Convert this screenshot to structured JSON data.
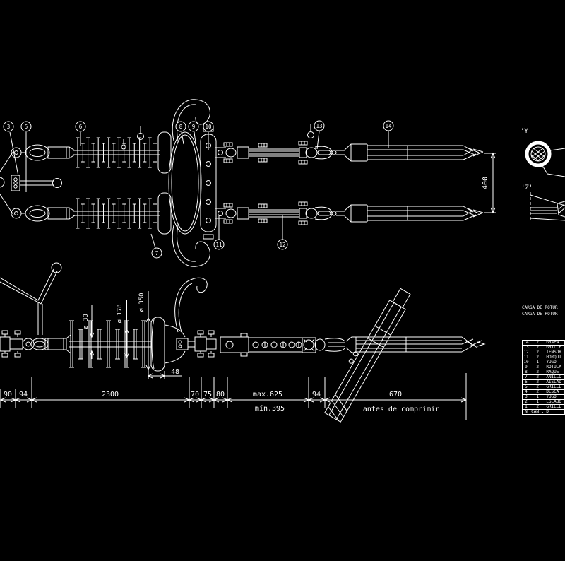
{
  "drawing": {
    "colors": {
      "background": "#000000",
      "line": "#ffffff"
    },
    "balloons": {
      "b3": "3",
      "b5": "5",
      "b6": "6",
      "b7": "7",
      "b8": "8",
      "b9": "9",
      "b10": "10",
      "b11": "11",
      "b12": "12",
      "b13": "13",
      "b14": "14"
    },
    "dims": {
      "d400": "400",
      "dia30": "ø 30",
      "dia178": "ø 178",
      "dia350": "ø 350",
      "d48": "48",
      "d90": "90",
      "d94a": "94",
      "d2300": "2300",
      "d70": "70",
      "d75": "75",
      "d80": "80",
      "dmax": "max.625",
      "dmin": "mín.395",
      "d94b": "94",
      "d670": "670",
      "note_comprimir": "antes de comprimir"
    },
    "details": {
      "y": "'Y'",
      "z": "'Z'"
    },
    "notes": {
      "line1": "CARGA DE ROTUR",
      "line2": "CARGA DE ROTUR"
    },
    "table": {
      "header": {
        "n": "N",
        "cant": "CANT.",
        "desc": "D"
      },
      "rows": [
        {
          "n": "14",
          "cant": "2",
          "desc": "GRAPA"
        },
        {
          "n": "13",
          "cant": "2",
          "desc": "GRILLE"
        },
        {
          "n": "12",
          "cant": "2",
          "desc": "TENSOR"
        },
        {
          "n": "11",
          "cant": "2",
          "desc": "HORQUI"
        },
        {
          "n": "10",
          "cant": "1",
          "desc": "YUGO"
        },
        {
          "n": "9",
          "cant": "2",
          "desc": "ROTULA"
        },
        {
          "n": "8",
          "cant": "2",
          "desc": "RAQUE"
        },
        {
          "n": "7",
          "cant": "2",
          "desc": "ANILLO"
        },
        {
          "n": "6",
          "cant": "2",
          "desc": "AISLAD"
        },
        {
          "n": "5",
          "cant": "2",
          "desc": "GRILLE"
        },
        {
          "n": "4",
          "cant": "2",
          "desc": "DESCA"
        },
        {
          "n": "3",
          "cant": "1",
          "desc": "YUGO"
        },
        {
          "n": "2",
          "cant": "1",
          "desc": "ESLABO"
        },
        {
          "n": "1",
          "cant": "2",
          "desc": "GRILLE"
        }
      ]
    }
  }
}
